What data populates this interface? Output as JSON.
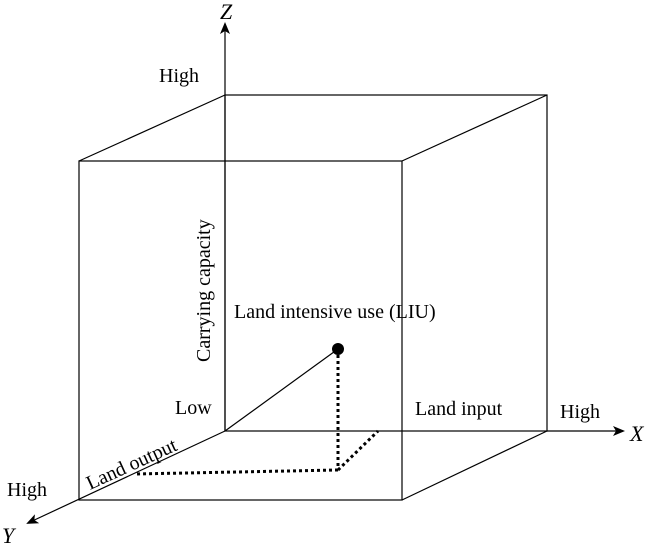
{
  "axes": {
    "z_name": "Z",
    "x_name": "X",
    "y_name": "Y"
  },
  "labels": {
    "z_high": "High",
    "x_high": "High",
    "y_high": "High",
    "origin_low": "Low",
    "z_axis_label": "Carrying capacity",
    "x_axis_label": "Land input",
    "y_axis_label": "Land output",
    "point_label": "Land intensive use (LIU)"
  },
  "colors": {
    "stroke": "#000000",
    "background": "#ffffff"
  }
}
